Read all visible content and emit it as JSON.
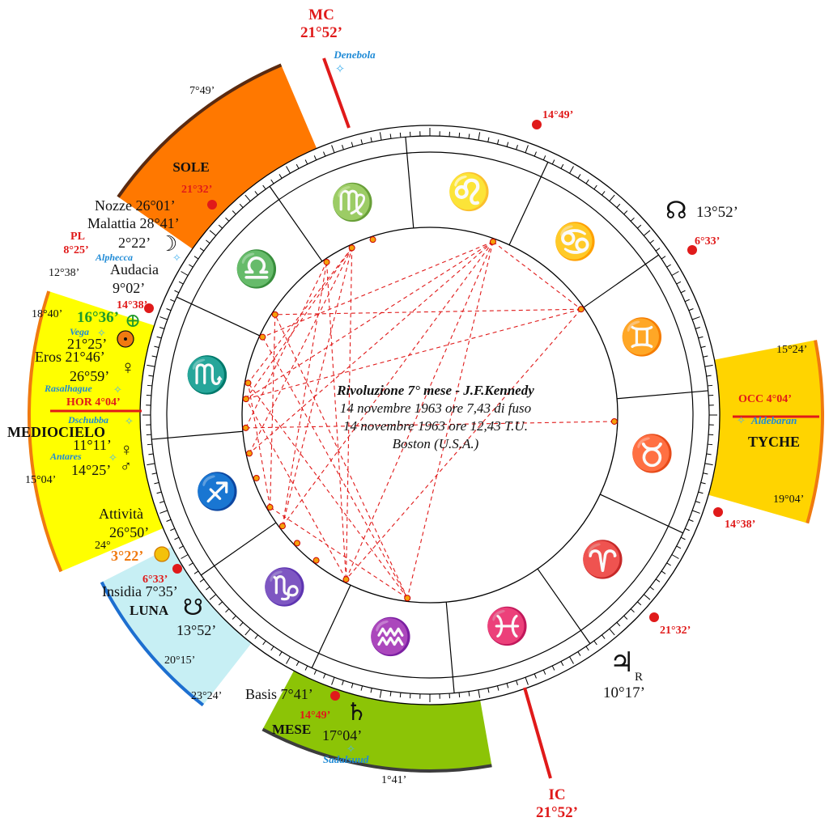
{
  "center": {
    "line1": "Rivoluzione 7° mese - J.F.Kennedy",
    "line2": "14 novembre 1963 ore 7,43 di fuso",
    "line3": "14 novembre 1963 ore 12,43 T.U.",
    "line4": "Boston (U.S.A.)"
  },
  "angles": {
    "mc_label": "MC",
    "mc_deg": "21°52’",
    "ic_label": "IC",
    "ic_deg": "21°52’",
    "hor": "HOR  4°04’",
    "occ": "OCC  4°04’"
  },
  "stars": {
    "denebola": "Denebola",
    "alphecca": "Alphecca",
    "vega": "Vega",
    "rasalhague": "Rasalhague",
    "dschubba": "Dschubba",
    "antares": "Antares",
    "aldebaran": "Aldebaran",
    "sadalsuud": "Sadalsuud"
  },
  "sectors": {
    "sole": {
      "name": "SOLE",
      "start": "7°49’",
      "end": "12°38’",
      "color": "#ff7800"
    },
    "mediocielo": {
      "name": "MEDIOCIELO",
      "start": "18°40’",
      "end": "15°04’",
      "color": "#ffff00"
    },
    "tyche": {
      "name": "TYCHE",
      "start": "15°24’",
      "end": "19°04’",
      "color": "#ffd400"
    },
    "luna": {
      "name": "LUNA",
      "start": "24°",
      "end": "20°15’",
      "color": "#c7eff4"
    },
    "mese": {
      "name": "MESE",
      "start": "23°24’",
      "end": "1°41’",
      "color": "#8cc406"
    }
  },
  "cusps": {
    "c1": "14°49’",
    "c2": "6°33’",
    "c3": "14°38’",
    "c4": "21°32’",
    "c5": "21°32’",
    "c6": "14°38’",
    "c7": "6°33’",
    "c8": "14°49’"
  },
  "planets": {
    "node_north": "13°52’",
    "jupiter": "10°17’",
    "jupiter_r": "R",
    "pl_label": "PL",
    "pl_deg": "8°25’",
    "moon_deg": "2°22’",
    "sun_deg": "21°25’",
    "venus_deg": "26°59’",
    "mars_deg": "11°11’",
    "asteroid_deg": "14°25’",
    "earth_deg": "16°36’",
    "sun_orange_deg": "3°22’",
    "node_south_deg": "13°52’",
    "saturn_deg": "17°04’"
  },
  "parts": {
    "nozze": "Nozze 26°01’",
    "malattia": "Malattia 28°41’",
    "audacia": "Audacia",
    "audacia_deg": "9°02’",
    "eros": "Eros  21°46’",
    "attivita": "Attività",
    "attivita_deg": "26°50’",
    "insidia": "Insidia 7°35’",
    "basis": "Basis 7°41’"
  },
  "signs": [
    "♍",
    "♌",
    "♋",
    "♊",
    "♉",
    "♈",
    "♓",
    "♒",
    "♑",
    "♐",
    "♏",
    "♎"
  ],
  "colors": {
    "aspect_line": "#e01a1a",
    "angle_line": "#e01a1a"
  }
}
